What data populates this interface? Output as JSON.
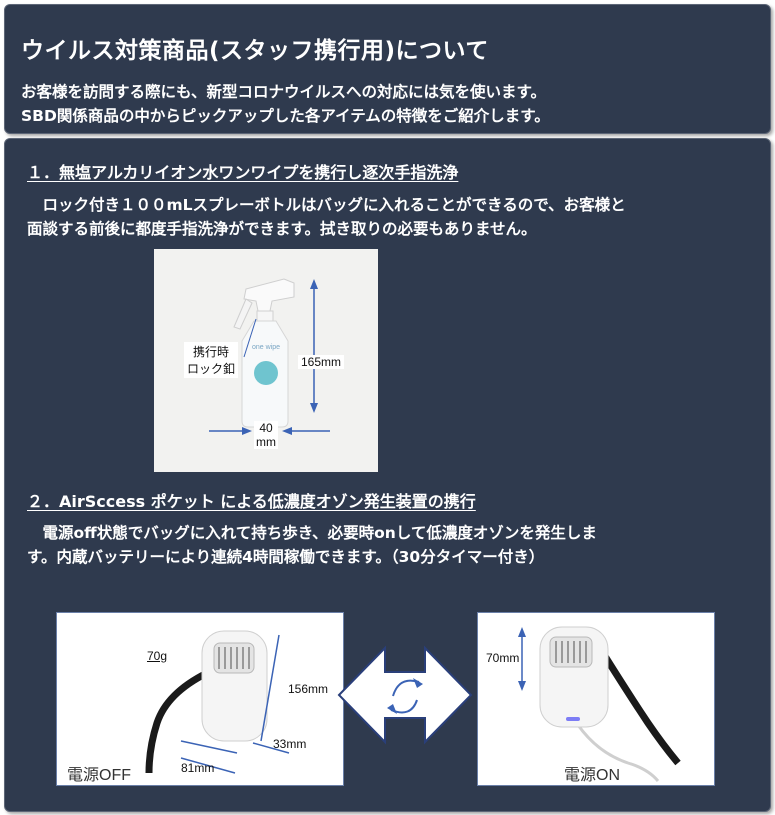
{
  "header": {
    "title": "ウイルス対策商品(スタッフ携行用)について",
    "intro_line1": "お客様を訪問する際にも、新型コロナウイルスへの対応には気を使います。",
    "intro_line2": "SBD関係商品の中からピックアップした各アイテムの特徴をご紹介します。"
  },
  "section1": {
    "title": "１．無塩アルカリイオン水ワンワイプを携行し逐次手指洗浄",
    "body_line1": "　ロック付き１００mLスプレーボトルはバッグに入れることができるので、お客様と",
    "body_line2": "面談する前後に都度手指洗浄ができます。拭き取りの必要もありません。",
    "photo": {
      "bottle_brand": "one wipe",
      "lock_label_line1": "携行時",
      "lock_label_line2": "ロック釦",
      "height_label": "165mm",
      "width_label_line1": "40",
      "width_label_line2": "mm"
    }
  },
  "section2": {
    "title": "２．AirSccess ポケット による低濃度オゾン発生装置の携行",
    "body_line1": "　電源off状態でバッグに入れて持ち歩き、必要時onして低濃度オゾンを発生しま",
    "body_line2": "す。内蔵バッテリーにより連続4時間稼働できます。（30分タイマー付き）",
    "photo_off": {
      "weight_label": "70g",
      "height_label": "156mm",
      "depth_label": "33mm",
      "width_label": "81mm",
      "caption": "電源OFF"
    },
    "photo_on": {
      "thickness_label": "70mm",
      "caption": "電源ON"
    }
  },
  "colors": {
    "panel_bg": "#2f3a4e",
    "arrow_blue": "#3b63b5"
  }
}
